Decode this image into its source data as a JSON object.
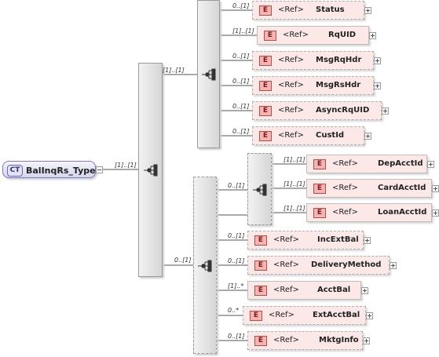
{
  "root": {
    "badge": "CT",
    "name": "BalInqRs_Type",
    "cardinality": "[1]..[1]"
  },
  "element_badge": "E",
  "ref_label": "<Ref>",
  "top_sequence": {
    "cardinality": "[1]..[1]",
    "elements": [
      {
        "name": "Status",
        "card": "0..[1]"
      },
      {
        "name": "RqUID",
        "card": "[1]..[1]"
      },
      {
        "name": "MsgRqHdr",
        "card": "0..[1]"
      },
      {
        "name": "MsgRsHdr",
        "card": "0..[1]"
      },
      {
        "name": "AsyncRqUID",
        "card": "0..[1]"
      },
      {
        "name": "CustId",
        "card": "0..[1]"
      }
    ]
  },
  "bottom_sequence": {
    "cardinality": "0..[1]",
    "nested_choice": {
      "cardinality": "0..[1]",
      "elements": [
        {
          "name": "DepAcctId",
          "card": "[1]..[1]"
        },
        {
          "name": "CardAcctId",
          "card": "[1]..[1]"
        },
        {
          "name": "LoanAcctId",
          "card": "[1]..[1]"
        }
      ]
    },
    "elements": [
      {
        "name": "IncExtBal",
        "card": "0..[1]"
      },
      {
        "name": "DeliveryMethod",
        "card": "0..[1]"
      },
      {
        "name": "AcctBal",
        "card": "[1]..*"
      },
      {
        "name": "ExtAcctBal",
        "card": "0..*"
      },
      {
        "name": "MktgInfo",
        "card": "0..[1]"
      }
    ]
  }
}
